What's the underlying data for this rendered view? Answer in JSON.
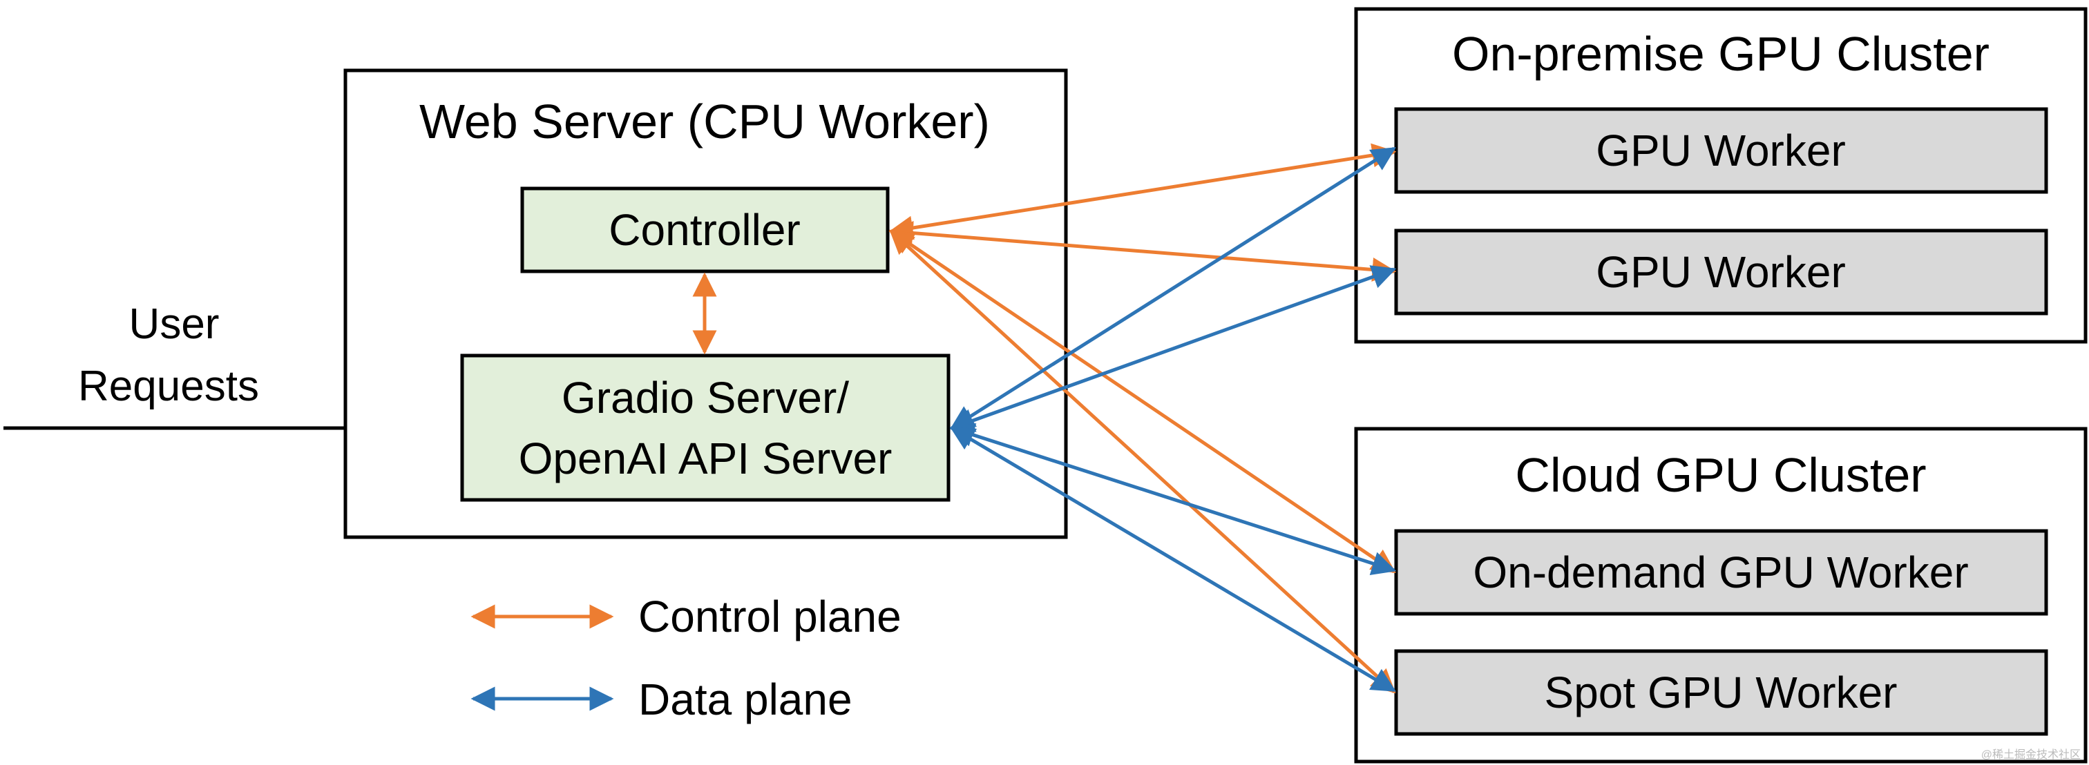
{
  "colors": {
    "control": "#ED7D31",
    "data": "#2E75B6",
    "green_box": "#E2EFDA",
    "gray_box": "#D9D9D9",
    "border": "#000000"
  },
  "input": {
    "line1": "User",
    "line2": "Requests"
  },
  "web_server": {
    "title": "Web Server (CPU Worker)",
    "controller": "Controller",
    "gradio_line1": "Gradio Server/",
    "gradio_line2": "OpenAI API Server"
  },
  "onprem": {
    "title": "On-premise GPU Cluster",
    "worker1": "GPU Worker",
    "worker2": "GPU Worker"
  },
  "cloud": {
    "title": "Cloud GPU Cluster",
    "worker1": "On-demand GPU Worker",
    "worker2": "Spot GPU Worker"
  },
  "legend": {
    "control": "Control plane",
    "data": "Data plane"
  },
  "watermark": "@稀土掘金技术社区"
}
